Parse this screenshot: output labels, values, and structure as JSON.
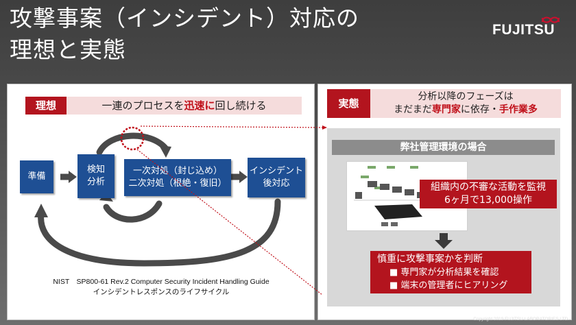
{
  "title": {
    "line1": "攻撃事案（インシデント）対応の",
    "line2": "理想と実態"
  },
  "logo": "FUJITSU",
  "copyright": "Copyright 2019 FUJITSU LABORATORIES LTD.",
  "left": {
    "tag": "理想",
    "headline": {
      "before": "一連のプロセスを",
      "highlight": "迅速に",
      "after": "回し続ける"
    },
    "steps": [
      {
        "line1": "準備",
        "line2": ""
      },
      {
        "line1": "検知",
        "line2": "分析"
      },
      {
        "line1": "一次対処（封じ込め）",
        "line2": "二次対処（根絶・復旧）"
      },
      {
        "line1": "インシデント",
        "line2": "後対応"
      }
    ],
    "caption": {
      "line1": "NIST　SP800-61 Rev.2 Computer Security Incident Handling Guide",
      "line2": "インシデントレスポンスのライフサイクル"
    }
  },
  "right": {
    "tag": "実態",
    "headline": {
      "line1": "分析以降のフェーズは",
      "line2_a": "まだまだ",
      "line2_b": "専門家",
      "line2_c": "に依存・",
      "line2_d": "手作業多"
    },
    "case_header": "弊社管理環境の場合",
    "monitor": {
      "line1": "組織内の不審な活動を監視",
      "line2": "6ヶ月で13,000操作"
    },
    "judge": {
      "title": "慎重に攻撃事案かを判断",
      "items": [
        "専門家が分析結果を確認",
        "端末の管理者にヒアリング"
      ]
    }
  },
  "colors": {
    "accent_red": "#b3141e",
    "box_blue": "#1e4f94",
    "arrow_gray": "#505050"
  }
}
